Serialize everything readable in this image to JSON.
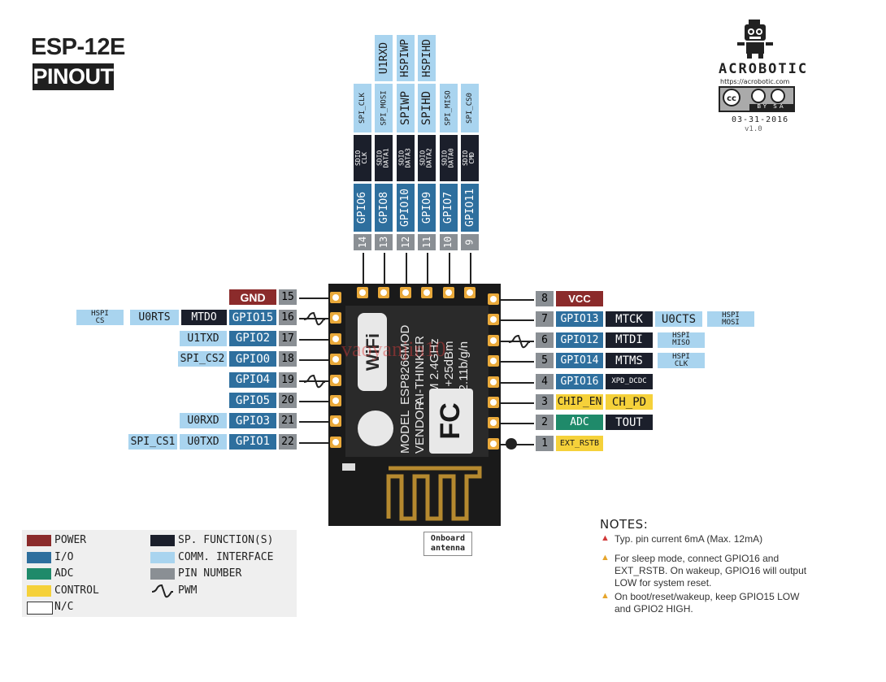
{
  "header": {
    "title": "ESP-12E",
    "subtitle": "PINOUT"
  },
  "brand": {
    "name": "ACROBOTIC",
    "url": "https://acrobotic.com",
    "license": "BY SA",
    "date": "03-31-2016",
    "version": "v1.0"
  },
  "module": {
    "lines": [
      "ESP8266MOD",
      "AI-THINKER",
      "ISM 2.4GHz",
      "PA +25dBm",
      "802.11b/g/n"
    ],
    "lines2": [
      "MODEL",
      "VENDOR"
    ],
    "wifi": "WiFi",
    "fcc": "FC"
  },
  "watermark": "vaoyanjin10",
  "antenna_label": "Onboard\nantenna",
  "colors": {
    "power": "#8b2b2b",
    "io": "#2e6f9e",
    "adc": "#1f8a6a",
    "control": "#f5d13a",
    "nc": "#ffffff",
    "special": "#1b1f2b",
    "comm": "#a9d4ef",
    "pinnum": "#8a8f94"
  },
  "left_pins": [
    {
      "num": "15",
      "label": "GND",
      "type": "power",
      "extra": []
    },
    {
      "num": "16",
      "label": "GPIO15",
      "type": "io",
      "pwm": true,
      "extra": [
        {
          "text": "MTDO",
          "type": "special"
        },
        {
          "text": "U0RTS",
          "type": "comm"
        },
        {
          "text": "HSPI\nCS",
          "type": "comm"
        }
      ]
    },
    {
      "num": "17",
      "label": "GPIO2",
      "type": "io",
      "extra": [
        {
          "text": "U1TXD",
          "type": "comm"
        }
      ]
    },
    {
      "num": "18",
      "label": "GPIO0",
      "type": "io",
      "extra": [
        {
          "text": "SPI_CS2",
          "type": "comm"
        }
      ]
    },
    {
      "num": "19",
      "label": "GPIO4",
      "type": "io",
      "pwm": true,
      "extra": []
    },
    {
      "num": "20",
      "label": "GPIO5",
      "type": "io",
      "extra": []
    },
    {
      "num": "21",
      "label": "GPIO3",
      "type": "io",
      "extra": [
        {
          "text": "U0RXD",
          "type": "comm"
        }
      ]
    },
    {
      "num": "22",
      "label": "GPIO1",
      "type": "io",
      "extra": [
        {
          "text": "U0TXD",
          "type": "comm"
        },
        {
          "text": "SPI_CS1",
          "type": "comm"
        }
      ]
    }
  ],
  "right_pins": [
    {
      "num": "8",
      "label": "VCC",
      "type": "power",
      "extra": []
    },
    {
      "num": "7",
      "label": "GPIO13",
      "type": "io",
      "extra": [
        {
          "text": "MTCK",
          "type": "special"
        },
        {
          "text": "U0CTS",
          "type": "comm"
        },
        {
          "text": "HSPI\nMOSI",
          "type": "comm"
        }
      ]
    },
    {
      "num": "6",
      "label": "GPIO12",
      "type": "io",
      "pwm": true,
      "extra": [
        {
          "text": "MTDI",
          "type": "special"
        },
        {
          "text": "HSPI\nMISO",
          "type": "comm"
        }
      ]
    },
    {
      "num": "5",
      "label": "GPIO14",
      "type": "io",
      "extra": [
        {
          "text": "MTMS",
          "type": "special"
        },
        {
          "text": "HSPI\nCLK",
          "type": "comm"
        }
      ]
    },
    {
      "num": "4",
      "label": "GPIO16",
      "type": "io",
      "extra": [
        {
          "text": "XPD_DCDC",
          "type": "special"
        }
      ]
    },
    {
      "num": "3",
      "label": "CHIP_EN",
      "type": "control",
      "extra": [
        {
          "text": "CH_PD",
          "type": "control"
        }
      ]
    },
    {
      "num": "2",
      "label": "ADC",
      "type": "adc",
      "extra": [
        {
          "text": "TOUT",
          "type": "special"
        }
      ]
    },
    {
      "num": "1",
      "label": "EXT_RSTB",
      "type": "control",
      "extra": []
    }
  ],
  "top_pins": [
    {
      "num": "14",
      "gpio": "GPIO6",
      "sdio": "SDIO\nCLK",
      "comm": "SPI_CLK",
      "comm2": ""
    },
    {
      "num": "13",
      "gpio": "GPIO8",
      "sdio": "SDIO\nDATA1",
      "comm": "SPI_MOSI",
      "comm2": "U1RXD"
    },
    {
      "num": "12",
      "gpio": "GPIO10",
      "sdio": "SDIO\nDATA3",
      "comm": "SPIWP",
      "comm2": "HSPIWP"
    },
    {
      "num": "11",
      "gpio": "GPIO9",
      "sdio": "SDIO\nDATA2",
      "comm": "SPIHD",
      "comm2": "HSPIHD"
    },
    {
      "num": "10",
      "gpio": "GPIO7",
      "sdio": "SDIO\nDATA0",
      "comm": "SPI_MISO",
      "comm2": ""
    },
    {
      "num": "9",
      "gpio": "GPIO11",
      "sdio": "SDIO\nCMD",
      "comm": "SPI_CS0",
      "comm2": ""
    }
  ],
  "legend": [
    {
      "type": "power",
      "label": "POWER"
    },
    {
      "type": "io",
      "label": "I/O"
    },
    {
      "type": "adc",
      "label": "ADC"
    },
    {
      "type": "control",
      "label": "CONTROL"
    },
    {
      "type": "nc",
      "label": "N/C"
    },
    {
      "type": "special",
      "label": "SP. FUNCTION(S)"
    },
    {
      "type": "comm",
      "label": "COMM. INTERFACE"
    },
    {
      "type": "pinnum",
      "label": "PIN NUMBER"
    },
    {
      "type": "pwm",
      "label": "PWM"
    }
  ],
  "notes": {
    "title": "NOTES:",
    "items": [
      {
        "icon": "red-triangle",
        "text": "Typ. pin current 6mA (Max. 12mA)"
      },
      {
        "icon": "yellow-triangle",
        "text": "For sleep mode, connect GPIO16 and\nEXT_RSTB. On wakeup, GPIO16 will output\nLOW for system reset."
      },
      {
        "icon": "yellow-triangle",
        "text": "On boot/reset/wakeup, keep GPIO15 LOW\nand GPIO2 HIGH."
      }
    ]
  }
}
